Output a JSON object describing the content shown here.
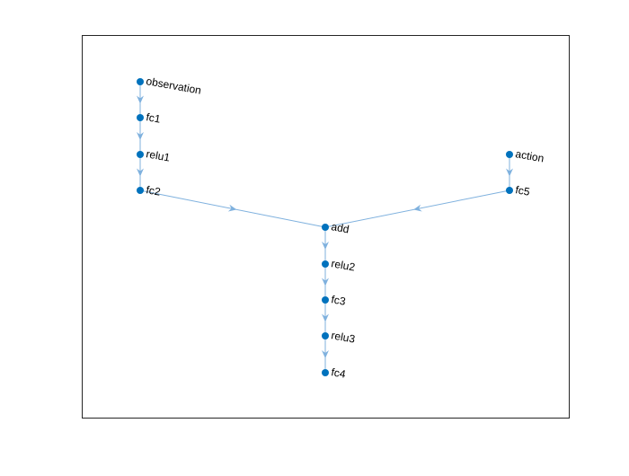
{
  "diagram": {
    "nodes": [
      {
        "id": "observation",
        "label": "observation"
      },
      {
        "id": "fc1",
        "label": "fc1"
      },
      {
        "id": "relu1",
        "label": "relu1"
      },
      {
        "id": "fc2",
        "label": "fc2"
      },
      {
        "id": "action",
        "label": "action"
      },
      {
        "id": "fc5",
        "label": "fc5"
      },
      {
        "id": "add",
        "label": "add"
      },
      {
        "id": "relu2",
        "label": "relu2"
      },
      {
        "id": "fc3",
        "label": "fc3"
      },
      {
        "id": "relu3",
        "label": "relu3"
      },
      {
        "id": "fc4",
        "label": "fc4"
      }
    ],
    "edges": [
      {
        "from": "observation",
        "to": "fc1"
      },
      {
        "from": "fc1",
        "to": "relu1"
      },
      {
        "from": "relu1",
        "to": "fc2"
      },
      {
        "from": "fc2",
        "to": "add"
      },
      {
        "from": "action",
        "to": "fc5"
      },
      {
        "from": "fc5",
        "to": "add"
      },
      {
        "from": "add",
        "to": "relu2"
      },
      {
        "from": "relu2",
        "to": "fc3"
      },
      {
        "from": "fc3",
        "to": "relu3"
      },
      {
        "from": "relu3",
        "to": "fc4"
      }
    ],
    "colors": {
      "node": "#0072BD",
      "edge": "#7FB1DE",
      "axes_border": "#262626",
      "label": "#000000"
    }
  }
}
